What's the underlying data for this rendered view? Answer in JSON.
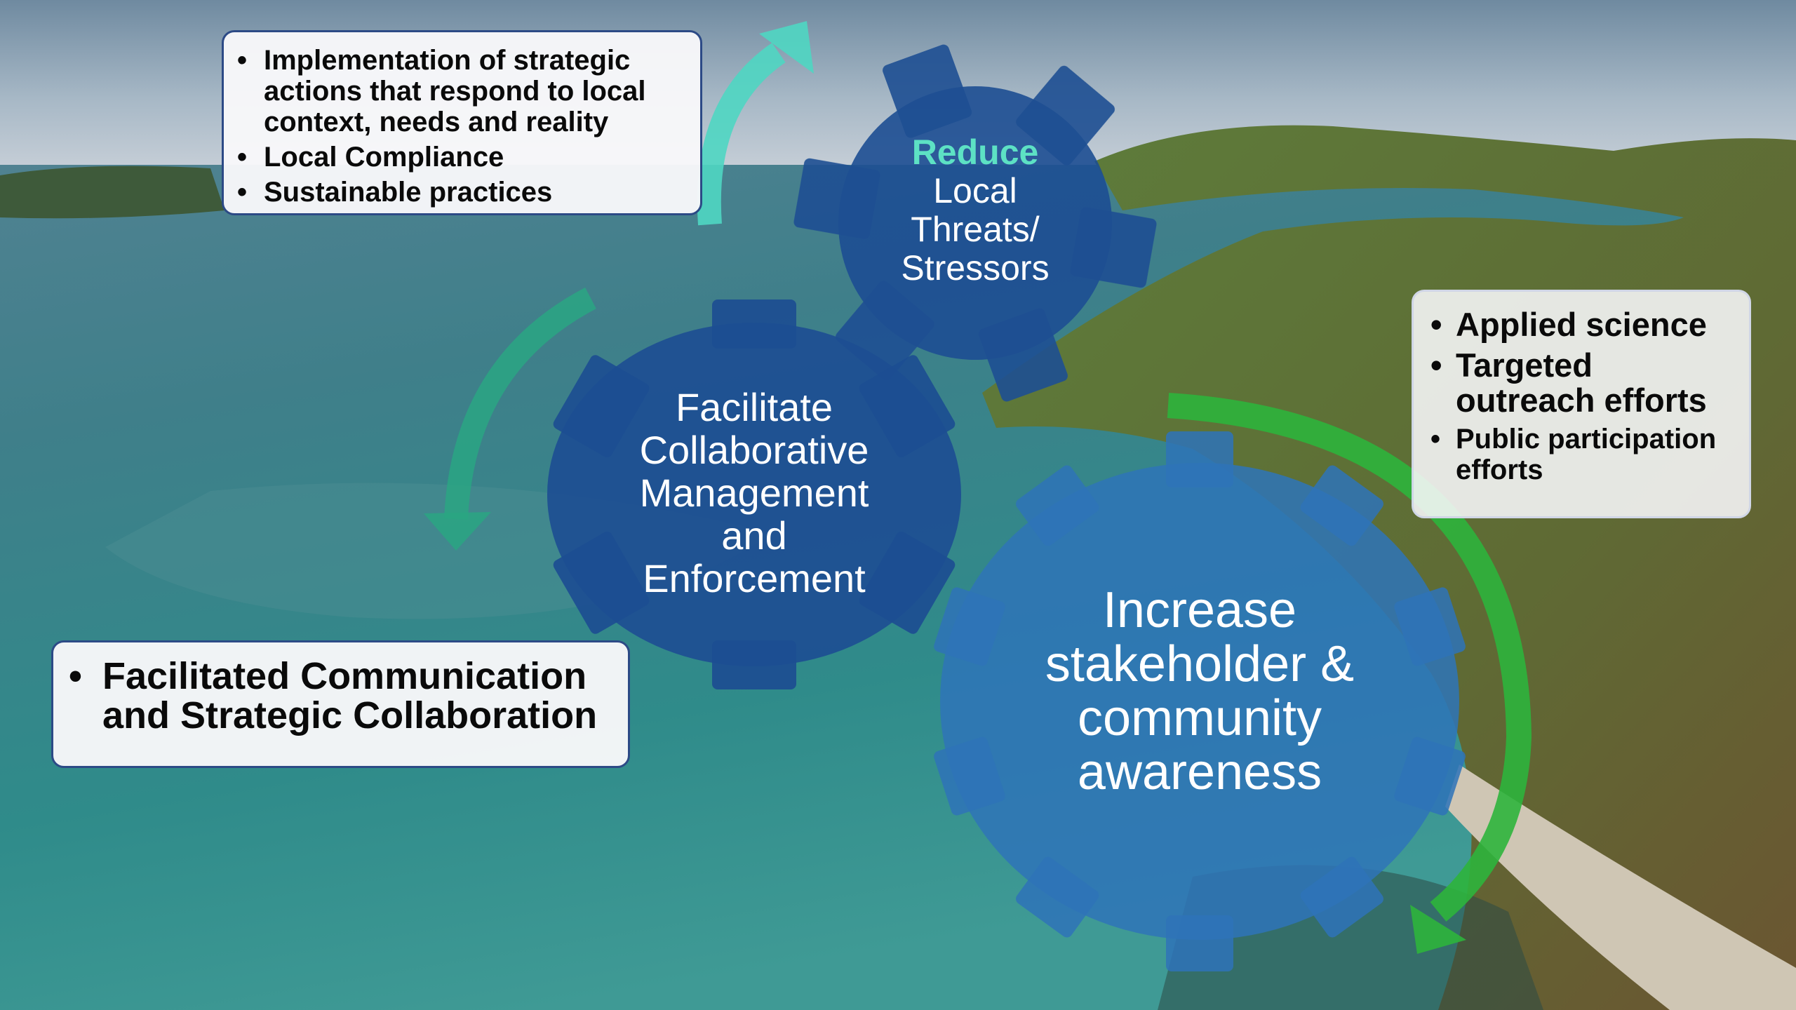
{
  "colors": {
    "gear_dark": "#1d4e92",
    "gear_light": "#2f74b8",
    "arrow_teal": "#4fd6c2",
    "arrow_green_dark": "#2aa683",
    "arrow_green": "#2db43c",
    "accent_text": "#5de1c4",
    "sea": "#3c7f8c"
  },
  "gears": {
    "reduce": {
      "accent": "Reduce",
      "lines": [
        "Local",
        "Threats/",
        "Stressors"
      ]
    },
    "facilitate": {
      "lines": [
        "Facilitate",
        "Collaborative",
        "Management",
        "and",
        "Enforcement"
      ]
    },
    "increase": {
      "lines": [
        "Increase",
        "stakeholder &",
        "community",
        "awareness"
      ]
    }
  },
  "callouts": {
    "top": [
      "Implementation of strategic actions that respond to local context, needs and reality",
      "Local Compliance",
      "Sustainable practices"
    ],
    "right": [
      "Applied science",
      "Targeted outreach efforts",
      "Public participation efforts"
    ],
    "left": [
      "Facilitated Communication and Strategic Collaboration"
    ]
  },
  "arrows": [
    {
      "name": "teal-arrow-up",
      "icon": "curved-arrow-up-icon"
    },
    {
      "name": "green-arrow-down-left",
      "icon": "curved-arrow-down-icon"
    },
    {
      "name": "green-arrow-down-right",
      "icon": "curved-arrow-down-icon"
    }
  ]
}
